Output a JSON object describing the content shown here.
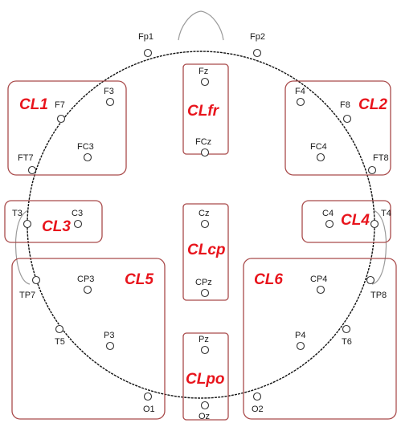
{
  "colors": {
    "cluster_label": "#e8141c",
    "cluster_box": "#a94a4a",
    "head_outline": "#111111",
    "electrode_stroke": "#333333"
  },
  "clusters": [
    {
      "id": "cl1",
      "label": "CL1"
    },
    {
      "id": "cl2",
      "label": "CL2"
    },
    {
      "id": "cl3",
      "label": "CL3"
    },
    {
      "id": "cl4",
      "label": "CL4"
    },
    {
      "id": "cl5",
      "label": "CL5"
    },
    {
      "id": "cl6",
      "label": "CL6"
    },
    {
      "id": "clfr",
      "label": "CLfr"
    },
    {
      "id": "clcp",
      "label": "CLcp"
    },
    {
      "id": "clpo",
      "label": "CLpo"
    }
  ],
  "electrodes": [
    {
      "id": "fp1",
      "label": "Fp1"
    },
    {
      "id": "fp2",
      "label": "Fp2"
    },
    {
      "id": "fz",
      "label": "Fz"
    },
    {
      "id": "fcz",
      "label": "FCz"
    },
    {
      "id": "f3",
      "label": "F3"
    },
    {
      "id": "f7",
      "label": "F7"
    },
    {
      "id": "fc3",
      "label": "FC3"
    },
    {
      "id": "ft7",
      "label": "FT7"
    },
    {
      "id": "f4",
      "label": "F4"
    },
    {
      "id": "f8",
      "label": "F8"
    },
    {
      "id": "fc4",
      "label": "FC4"
    },
    {
      "id": "ft8",
      "label": "FT8"
    },
    {
      "id": "t3",
      "label": "T3"
    },
    {
      "id": "c3",
      "label": "C3"
    },
    {
      "id": "cz",
      "label": "Cz"
    },
    {
      "id": "cpz",
      "label": "CPz"
    },
    {
      "id": "c4",
      "label": "C4"
    },
    {
      "id": "t4",
      "label": "T4"
    },
    {
      "id": "tp7",
      "label": "TP7"
    },
    {
      "id": "cp3",
      "label": "CP3"
    },
    {
      "id": "t5",
      "label": "T5"
    },
    {
      "id": "p3",
      "label": "P3"
    },
    {
      "id": "o1",
      "label": "O1"
    },
    {
      "id": "pz",
      "label": "Pz"
    },
    {
      "id": "oz",
      "label": "Oz"
    },
    {
      "id": "cp4",
      "label": "CP4"
    },
    {
      "id": "tp8",
      "label": "TP8"
    },
    {
      "id": "p4",
      "label": "P4"
    },
    {
      "id": "t6",
      "label": "T6"
    },
    {
      "id": "o2",
      "label": "O2"
    }
  ]
}
